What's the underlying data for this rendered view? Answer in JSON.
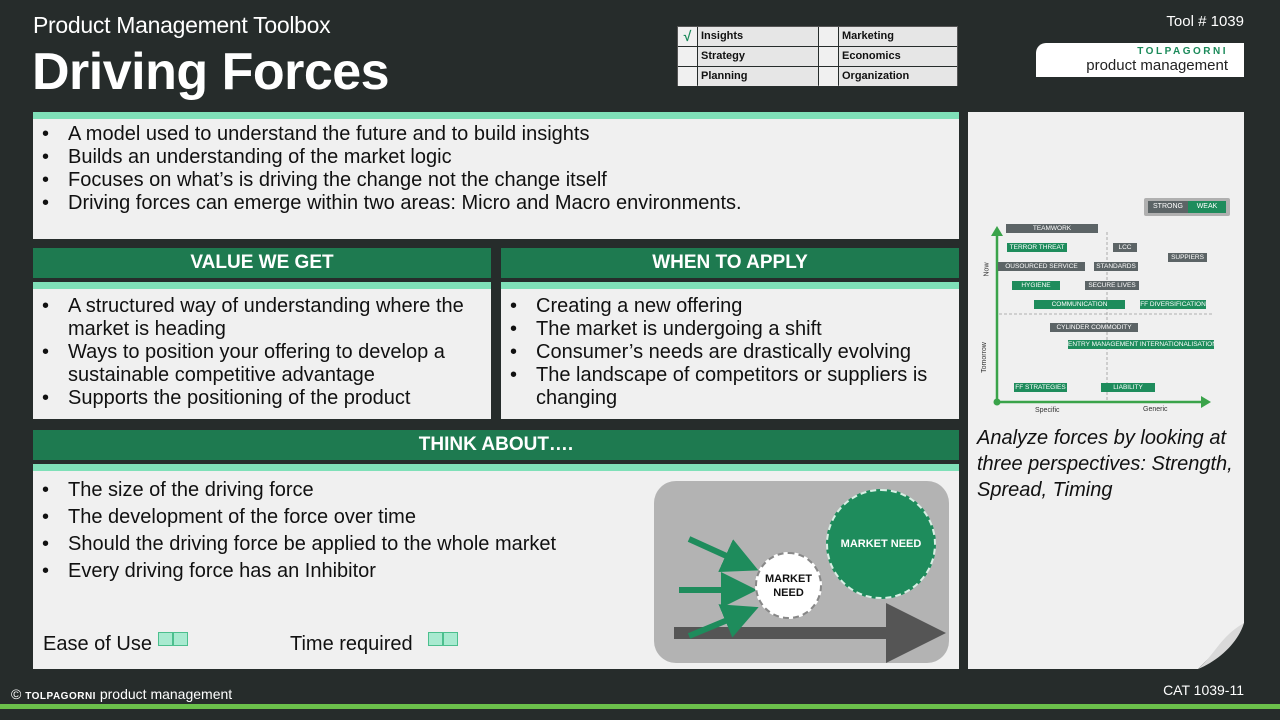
{
  "header": {
    "toolbox_title": "Product Management Toolbox",
    "main_title": "Driving Forces",
    "tool_number": "Tool # 1039"
  },
  "categories": {
    "check_mark": "√",
    "left": [
      "Insights",
      "Strategy",
      "Planning"
    ],
    "right": [
      "Marketing",
      "Economics",
      "Organization"
    ],
    "checked": "Insights"
  },
  "brand": {
    "top": "TOLPAGORNI",
    "bottom": "product management"
  },
  "intro": {
    "bullets": [
      "A model used to understand the future and to build insights",
      "Builds an understanding of the market logic",
      "Focuses on what’s is driving the change not the change itself",
      "Driving forces can emerge within two areas: Micro and Macro environments."
    ]
  },
  "value": {
    "heading": "VALUE WE GET",
    "bullets": [
      "A structured way of understanding where the market is heading",
      "Ways to position your offering to develop a sustainable competitive advantage",
      "Supports the positioning of the product"
    ]
  },
  "when": {
    "heading": "WHEN TO APPLY",
    "bullets": [
      "Creating a new offering",
      "The market is undergoing a shift",
      "Consumer’s needs are drastically evolving",
      "The landscape of competitors or suppliers is changing"
    ]
  },
  "think": {
    "heading": "THINK ABOUT….",
    "bullets": [
      "The size of the driving force",
      "The development of the force over time",
      "Should the driving force be applied to the whole market",
      "Every driving force has an Inhibitor"
    ],
    "ease_label": "Ease of Use",
    "time_label": "Time required",
    "ease_rating": 2,
    "time_rating": 2
  },
  "diagram": {
    "big_circle": "MARKET NEED",
    "small_circle": "MARKET NEED"
  },
  "forces_chart": {
    "legend": {
      "strong": "STRONG",
      "weak": "WEAK"
    },
    "axis": {
      "y_top": "Now",
      "y_bottom": "Tomorrow",
      "x_left": "Specific",
      "x_right": "Generic"
    },
    "forces": [
      {
        "label": "TEAMWORK",
        "strength": "strong"
      },
      {
        "label": "TERROR THREAT",
        "strength": "weak"
      },
      {
        "label": "LCC",
        "strength": "strong"
      },
      {
        "label": "OUSOURCED SERVICE",
        "strength": "strong"
      },
      {
        "label": "STANDARDS",
        "strength": "strong"
      },
      {
        "label": "SUPPIERS",
        "strength": "strong"
      },
      {
        "label": "HYGIENE",
        "strength": "weak"
      },
      {
        "label": "SECURE LIVES",
        "strength": "strong"
      },
      {
        "label": "COMMUNICATION",
        "strength": "weak"
      },
      {
        "label": "FF DIVERSIFICATION",
        "strength": "weak"
      },
      {
        "label": "CYLINDER COMMODITY",
        "strength": "strong"
      },
      {
        "label": "ENTRY MANAGEMENT INTERNATIONALISATION",
        "strength": "weak"
      },
      {
        "label": "FF STRATEGIES",
        "strength": "weak"
      },
      {
        "label": "LIABILITY",
        "strength": "weak"
      }
    ]
  },
  "right_note": "Analyze forces by looking at three perspectives: Strength, Spread, Timing",
  "footer": {
    "copyright": "©",
    "brand": "TOLPAGORNI",
    "brand_suffix": "product management",
    "cat": "CAT 1039-11"
  }
}
